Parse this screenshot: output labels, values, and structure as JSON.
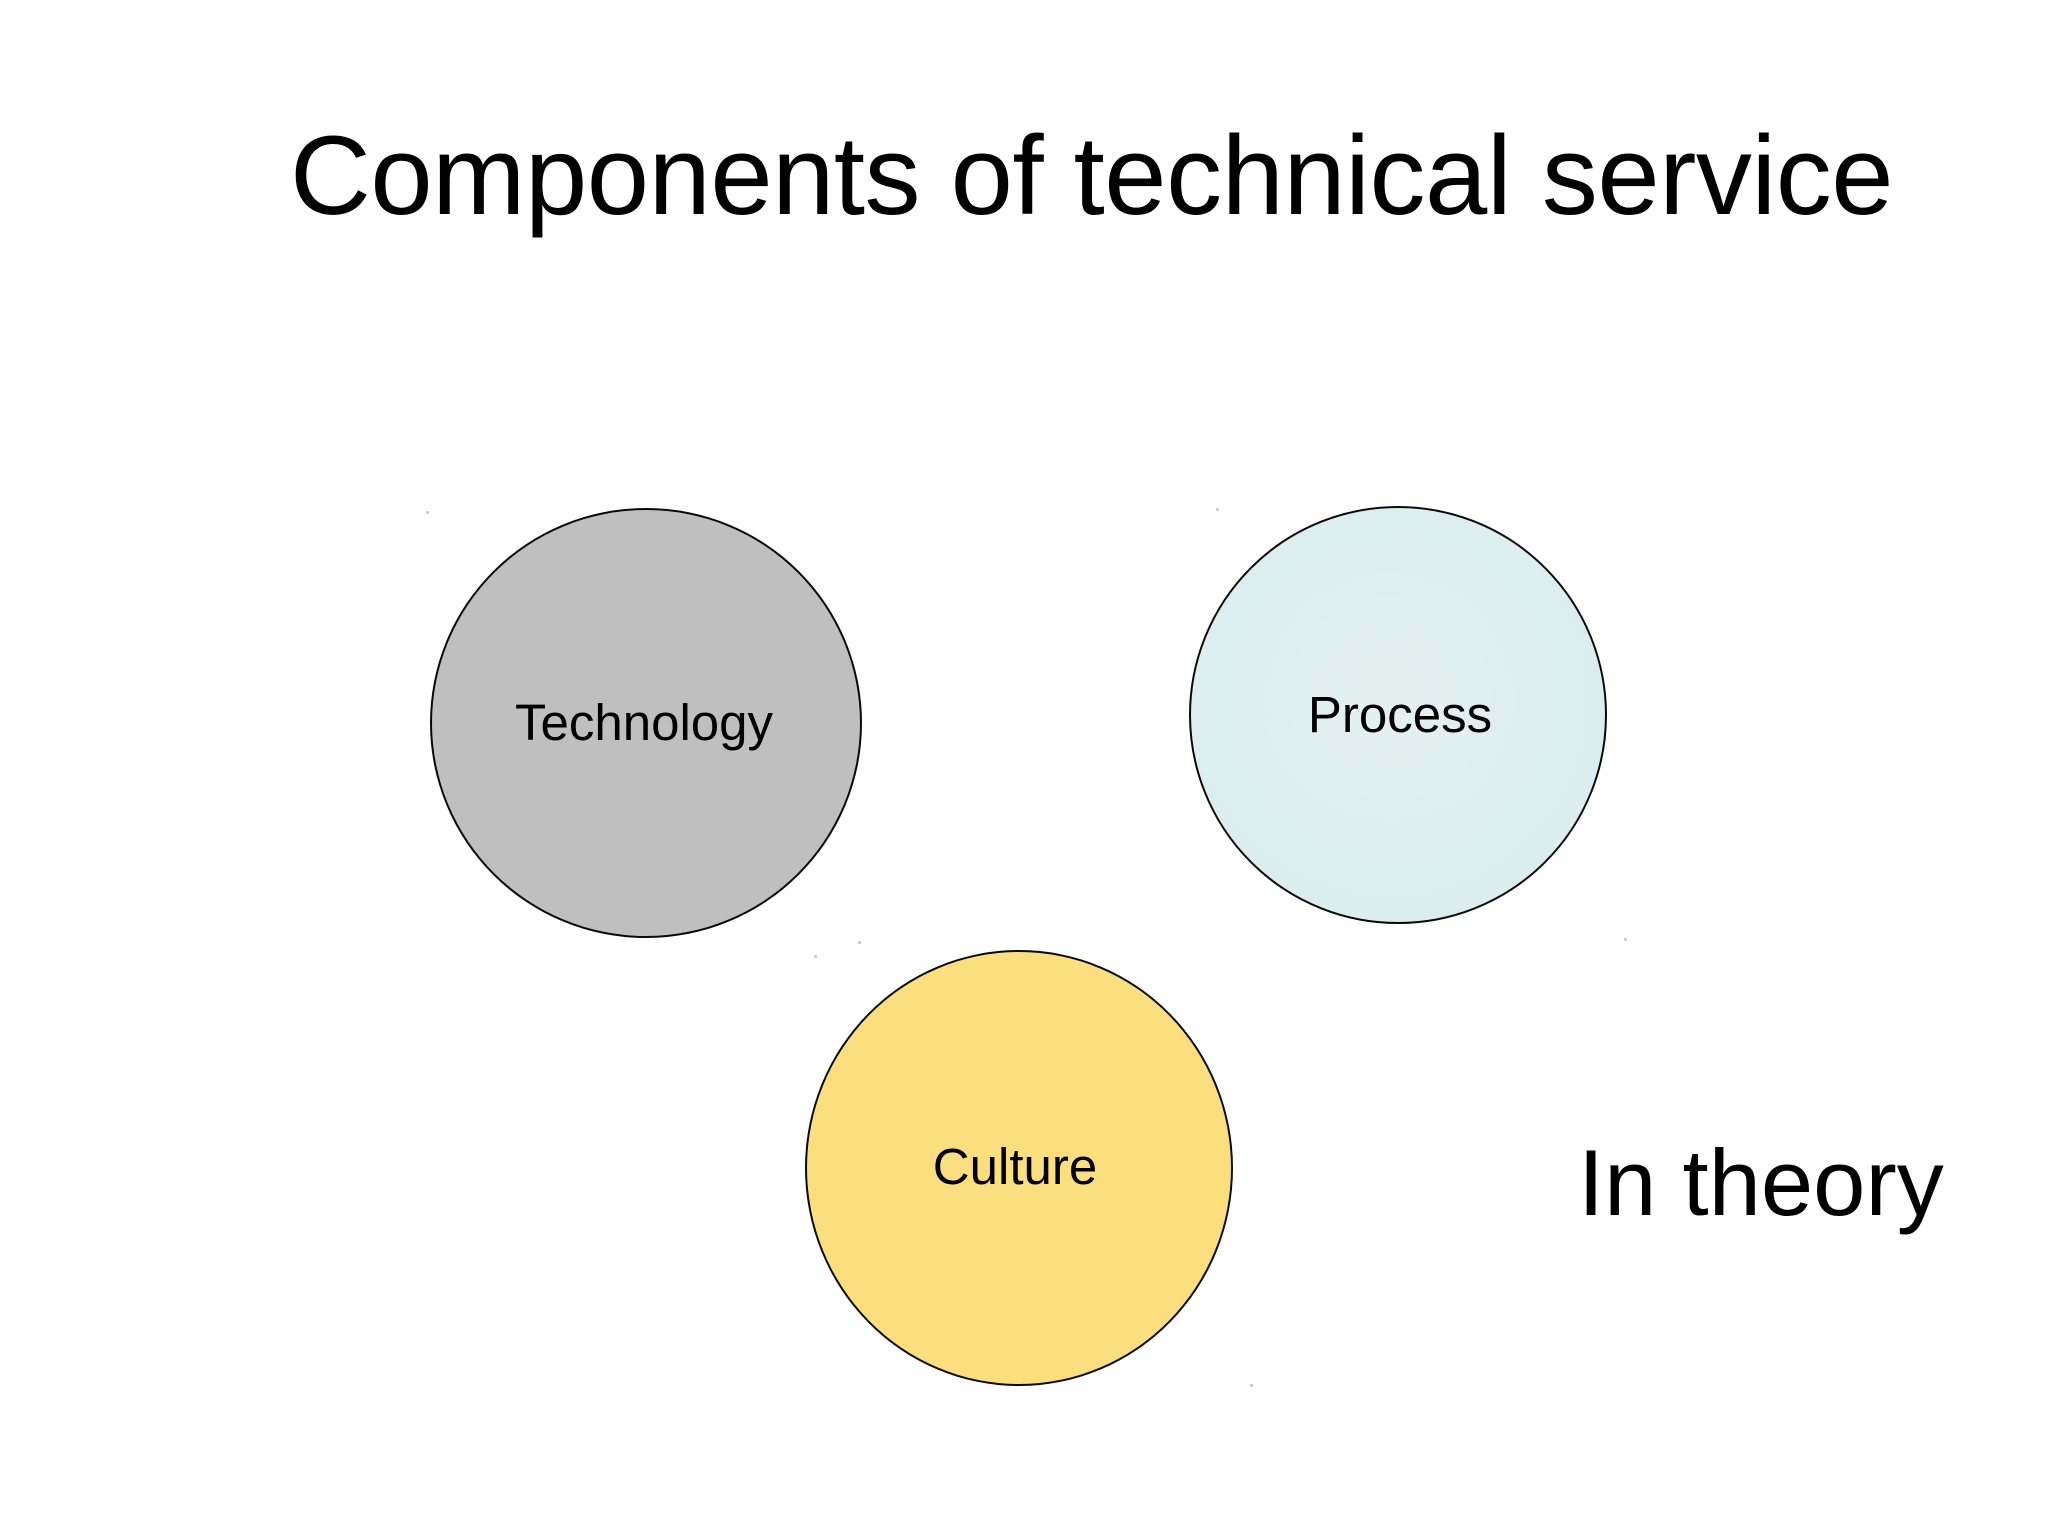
{
  "slide": {
    "title": "Components of technical service",
    "background_color": "#ffffff",
    "caption": "In theory"
  },
  "diagram": {
    "type": "venn-like-circles",
    "description": "Three non-overlapping labelled circles representing the components of technical service",
    "circles": [
      {
        "label": "Technology",
        "fill_color": "#bfbfbf",
        "border_color": "#0a0a0a",
        "position": "left"
      },
      {
        "label": "Process",
        "fill_color": "#ddeeee",
        "border_color": "#0a0a0a",
        "position": "right"
      },
      {
        "label": "Culture",
        "fill_color": "#fbdf7e",
        "border_color": "#0a0a0a",
        "position": "bottom-center"
      }
    ]
  }
}
